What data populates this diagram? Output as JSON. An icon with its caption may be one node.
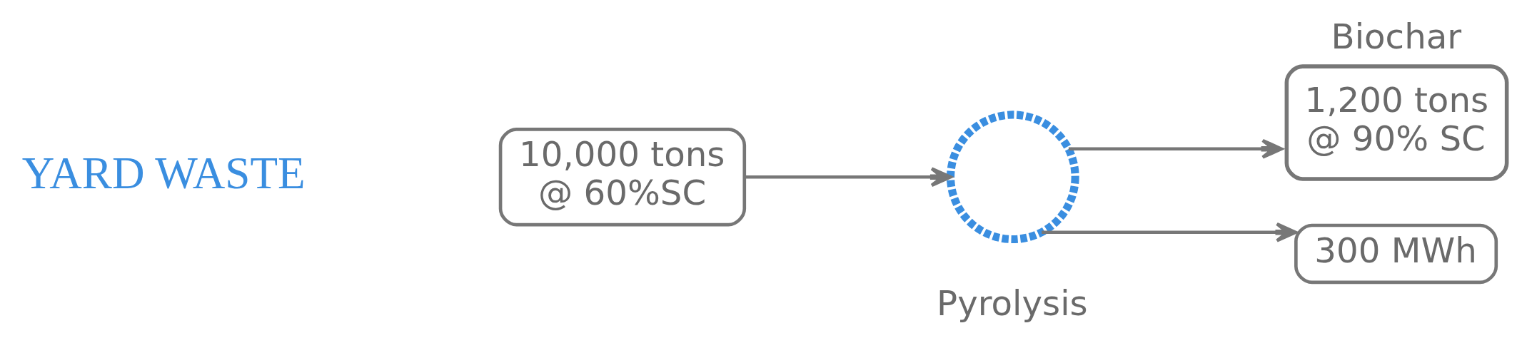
{
  "diagram": {
    "nodes": [
      {
        "text": [
          "10,000 tons @ 60%SC"
        ]
      },
      {
        "text": [],
        "shape": "picture",
        "beside": [
          "Pyrolysis"
        ]
      },
      {
        "text": [
          "Biochar",
          "1,200 tons @ 90% SC"
        ]
      },
      {
        "text": [
          "300 MWh"
        ]
      }
    ],
    "edges": [
      {
        "from": 0,
        "to": 1,
        "arrow": "to"
      },
      {
        "from": 1,
        "to": 2,
        "arrow": "to"
      },
      {
        "from": 1,
        "to": 3,
        "arrow": "to"
      }
    ],
    "labels": [
      "YARD WASTE"
    ]
  }
}
